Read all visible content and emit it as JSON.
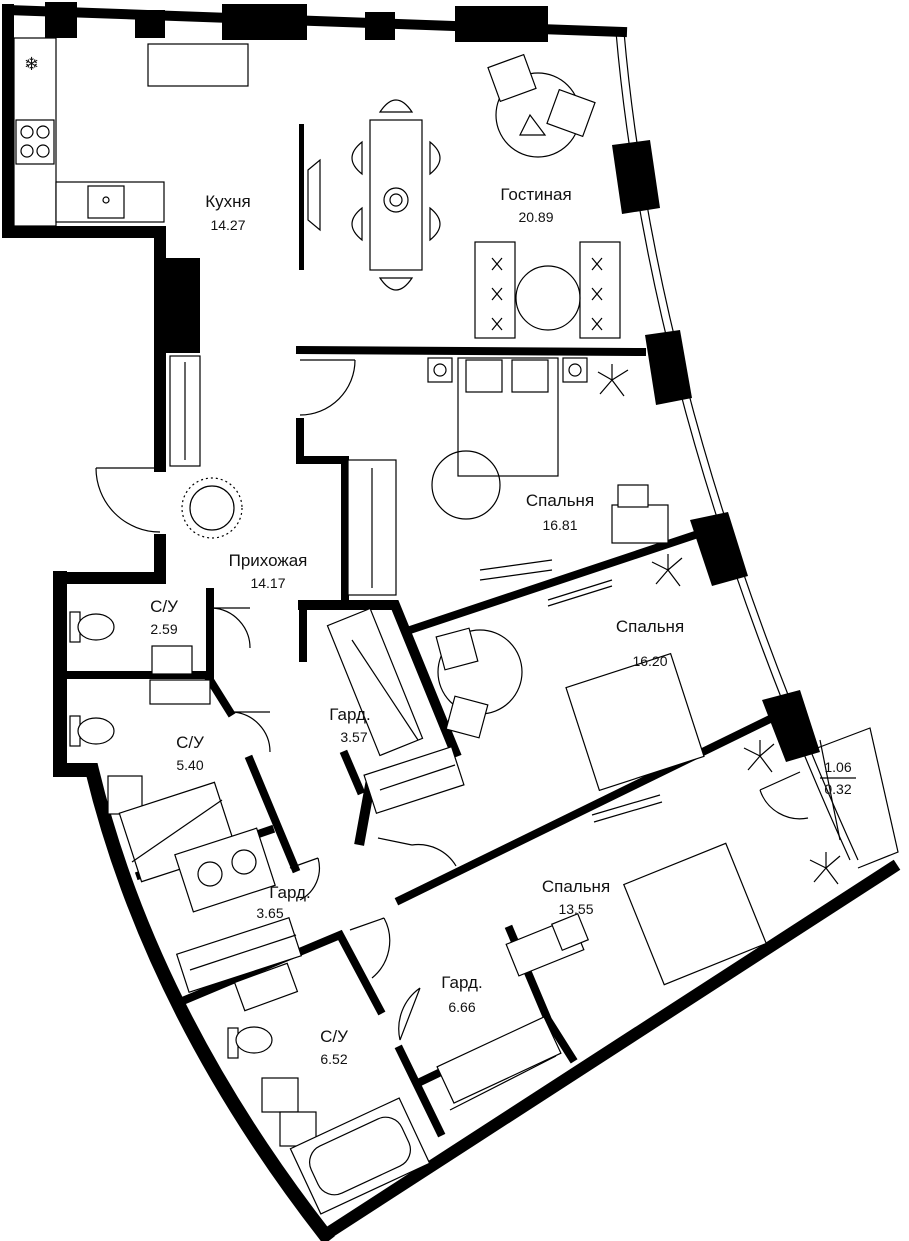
{
  "rooms": {
    "kitchen": {
      "name": "Кухня",
      "area": "14.27"
    },
    "living": {
      "name": "Гостиная",
      "area": "20.89"
    },
    "hall": {
      "name": "Прихожая",
      "area": "14.17"
    },
    "bed1": {
      "name": "Спальня",
      "area": "16.81"
    },
    "bed2": {
      "name": "Спальня",
      "area": "16.20"
    },
    "bed3": {
      "name": "Спальня",
      "area": "13.55"
    },
    "wc1": {
      "name": "С/У",
      "area": "2.59"
    },
    "wc2": {
      "name": "С/У",
      "area": "5.40"
    },
    "wc3": {
      "name": "С/У",
      "area": "6.52"
    },
    "ward1": {
      "name": "Гард.",
      "area": "3.57"
    },
    "ward2": {
      "name": "Гард.",
      "area": "3.65"
    },
    "ward3": {
      "name": "Гард.",
      "area": "6.66"
    }
  },
  "balcony": {
    "area_top": "1.06",
    "area_bottom": "0.32"
  },
  "colors": {
    "wall": "#000000",
    "line": "#000000",
    "background": "#ffffff"
  }
}
